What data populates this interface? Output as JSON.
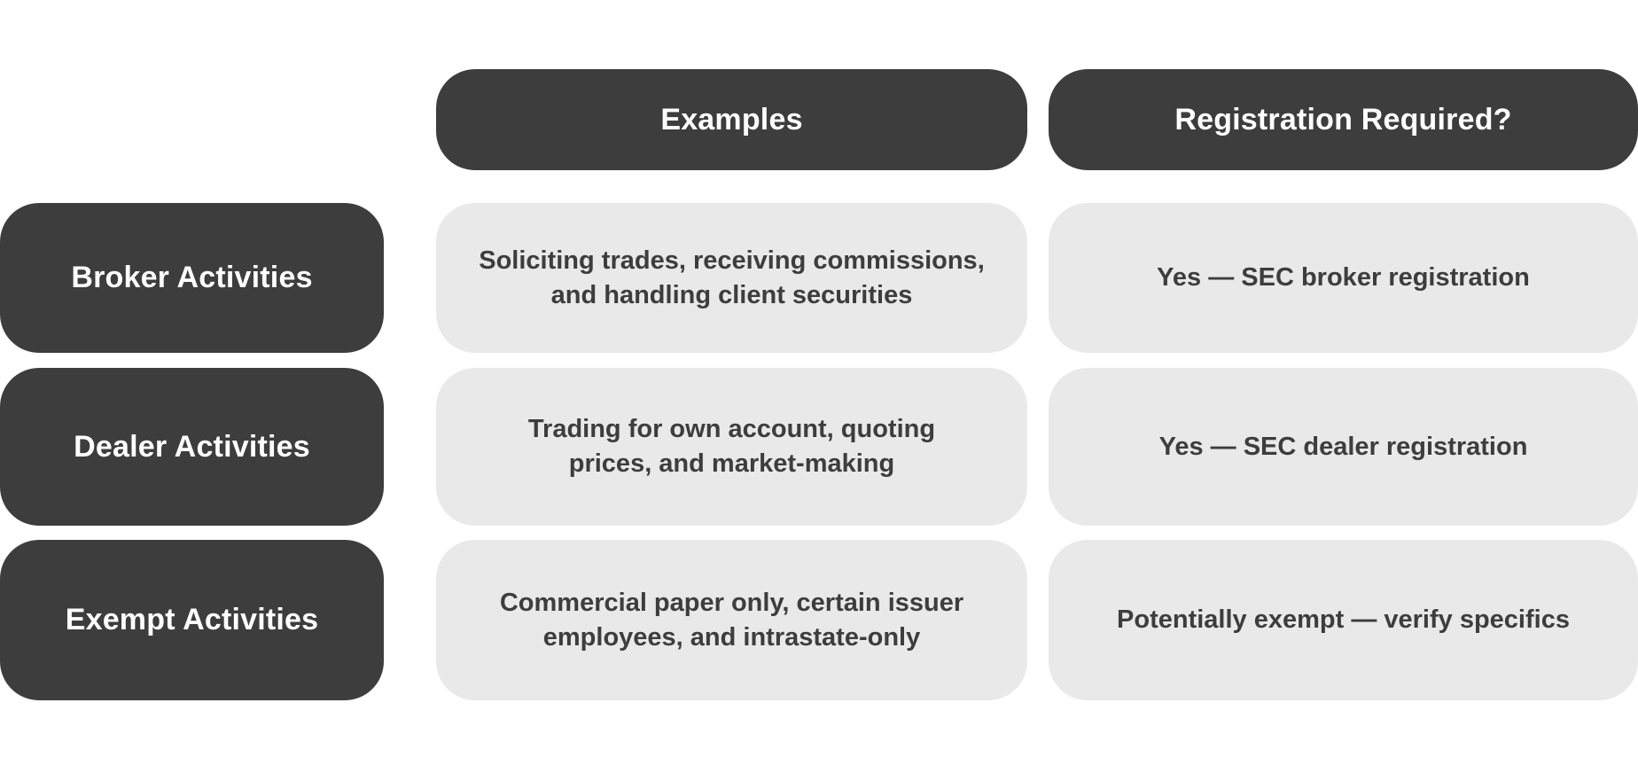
{
  "table": {
    "columns": [
      {
        "label": "Examples"
      },
      {
        "label": "Registration Required?"
      }
    ],
    "rows": [
      {
        "label": "Broker Activities",
        "examples": "Soliciting trades, receiving commissions,\nand handling client securities",
        "registration": "Yes — SEC broker registration"
      },
      {
        "label": "Dealer Activities",
        "examples": "Trading for own account, quoting\nprices, and market-making",
        "registration": "Yes — SEC dealer registration"
      },
      {
        "label": "Exempt Activities",
        "examples": "Commercial paper only, certain issuer\nemployees, and intrastate-only",
        "registration": "Potentially exempt — verify specifics"
      }
    ]
  },
  "colors": {
    "dark": "#3d3d3d",
    "light": "#e9e9e9",
    "header_text": "#ffffff",
    "cell_text": "#3d3d3d",
    "background": "#ffffff"
  }
}
